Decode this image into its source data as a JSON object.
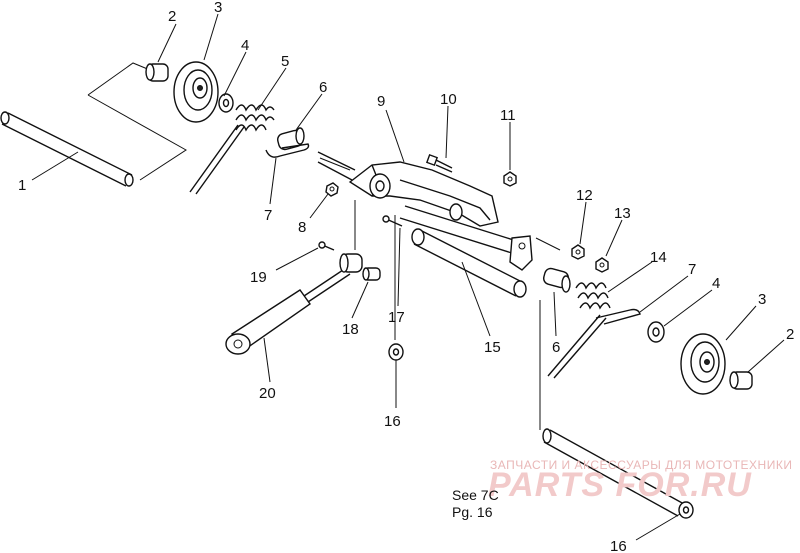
{
  "callouts": [
    {
      "id": "c1",
      "label": "1"
    },
    {
      "id": "c2a",
      "label": "2"
    },
    {
      "id": "c3a",
      "label": "3"
    },
    {
      "id": "c4a",
      "label": "4"
    },
    {
      "id": "c5",
      "label": "5"
    },
    {
      "id": "c6a",
      "label": "6"
    },
    {
      "id": "c7a",
      "label": "7"
    },
    {
      "id": "c8",
      "label": "8"
    },
    {
      "id": "c9",
      "label": "9"
    },
    {
      "id": "c10",
      "label": "10"
    },
    {
      "id": "c11",
      "label": "11"
    },
    {
      "id": "c12",
      "label": "12"
    },
    {
      "id": "c13",
      "label": "13"
    },
    {
      "id": "c14",
      "label": "14"
    },
    {
      "id": "c7b",
      "label": "7"
    },
    {
      "id": "c4b",
      "label": "4"
    },
    {
      "id": "c3b",
      "label": "3"
    },
    {
      "id": "c2b",
      "label": "2"
    },
    {
      "id": "c6b",
      "label": "6"
    },
    {
      "id": "c15",
      "label": "15"
    },
    {
      "id": "c17",
      "label": "17"
    },
    {
      "id": "c18",
      "label": "18"
    },
    {
      "id": "c19",
      "label": "19"
    },
    {
      "id": "c20",
      "label": "20"
    },
    {
      "id": "c16a",
      "label": "16"
    },
    {
      "id": "c16b",
      "label": "16"
    }
  ],
  "reference": {
    "line1": "See 7C",
    "line2": "Pg. 16"
  },
  "watermark": {
    "caption": "ЗАПЧАСТИ И АКСЕССУАРЫ ДЛЯ МОТОТЕХНИКИ",
    "logo": "PARTS FOR.RU"
  }
}
